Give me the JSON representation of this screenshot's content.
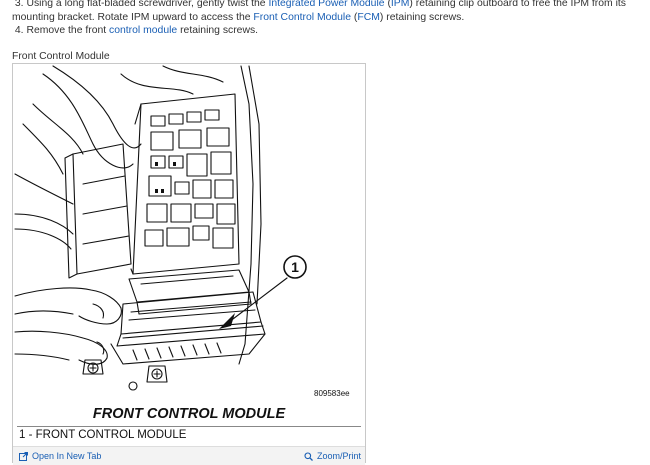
{
  "steps": [
    {
      "number": "3.",
      "parts": [
        {
          "text": "Using a long flat-bladed screwdriver, gently twist the "
        },
        {
          "text": "Integrated Power Module",
          "link": true
        },
        {
          "text": " ("
        },
        {
          "text": "IPM",
          "link": true
        },
        {
          "text": ") retaining clip outboard to free the IPM from its mounting bracket. Rotate IPM upward to access the "
        },
        {
          "text": "Front Control Module",
          "link": true
        },
        {
          "text": " ("
        },
        {
          "text": "FCM",
          "link": true
        },
        {
          "text": ") retaining screws."
        }
      ]
    },
    {
      "number": "4.",
      "parts": [
        {
          "text": "Remove the front "
        },
        {
          "text": "control module",
          "link": true
        },
        {
          "text": " retaining screws."
        }
      ]
    }
  ],
  "figure": {
    "caption": "Front Control Module",
    "callout_number": "1",
    "code": "809583ee",
    "title": "FRONT CONTROL MODULE",
    "legend": "1 - FRONT CONTROL MODULE",
    "open_link": "Open In New Tab",
    "zoom_link": "Zoom/Print"
  },
  "colors": {
    "link": "#1a5fb4",
    "text": "#333333"
  },
  "icons": {
    "open": "external-link-icon",
    "zoom": "magnifier-icon"
  }
}
